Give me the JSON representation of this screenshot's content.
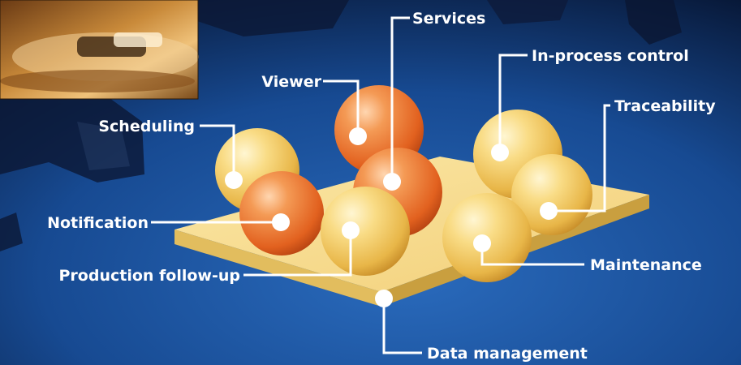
{
  "colors": {
    "background_top": "#0a1a3a",
    "background_bottom": "#1f57a6",
    "platform_top": "#f7d98a",
    "platform_side": "#d9b253",
    "sphere_gold": "#f3c85c",
    "sphere_orange": "#e8692a",
    "label_text": "#ffffff"
  },
  "labels": {
    "services": "Services",
    "in_process_control": "In-process control",
    "viewer": "Viewer",
    "traceability": "Traceability",
    "scheduling": "Scheduling",
    "notification": "Notification",
    "maintenance": "Maintenance",
    "production_follow_up": "Production follow-up",
    "data_management": "Data management"
  }
}
